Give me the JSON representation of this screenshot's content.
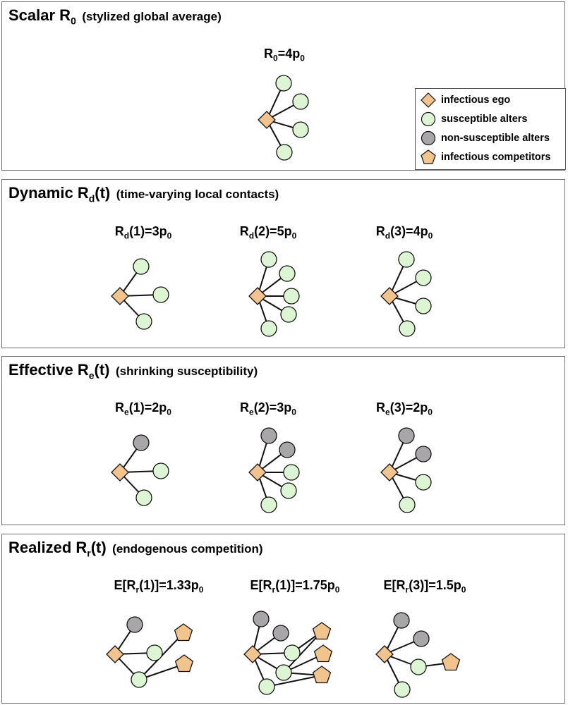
{
  "colors": {
    "ego": "#f2c48d",
    "susceptible": "#dcf5d2",
    "non_susceptible": "#a8a6a8",
    "competitor": "#f2c48d",
    "stroke": "#111111"
  },
  "legend": [
    {
      "shape": "diamond",
      "label": "infectious ego"
    },
    {
      "shape": "circle-green",
      "label": "susceptible alters"
    },
    {
      "shape": "circle-gray",
      "label": "non-susceptible alters"
    },
    {
      "shape": "pentagon",
      "label": "infectious competitors"
    }
  ],
  "panels": [
    {
      "id": "scalar",
      "name": "Scalar R",
      "sub": "0",
      "desc": "(stylized global average)",
      "graphs": [
        {
          "label_pre": "R",
          "label_sub": "0",
          "label_post": "=4p",
          "label_sub2": "0",
          "alters": [
            "s",
            "s",
            "s",
            "s"
          ],
          "competitors": []
        }
      ]
    },
    {
      "id": "dynamic",
      "name": "Dynamic R",
      "sub": "d",
      "desc_pre": "(t)",
      "desc": "(time-varying local contacts)",
      "graphs": [
        {
          "label_pre": "R",
          "label_sub": "d",
          "label_post": "(1)=3p",
          "label_sub2": "0",
          "alters": [
            "s",
            "s",
            "s"
          ],
          "competitors": []
        },
        {
          "label_pre": "R",
          "label_sub": "d",
          "label_post": "(2)=5p",
          "label_sub2": "0",
          "alters": [
            "s",
            "s",
            "s",
            "s",
            "s"
          ],
          "competitors": []
        },
        {
          "label_pre": "R",
          "label_sub": "d",
          "label_post": "(3)=4p",
          "label_sub2": "0",
          "alters": [
            "s",
            "s",
            "s",
            "s"
          ],
          "competitors": []
        }
      ]
    },
    {
      "id": "effective",
      "name": "Effective R",
      "sub": "e",
      "desc_pre": "(t)",
      "desc": "(shrinking susceptibility)",
      "graphs": [
        {
          "label_pre": "R",
          "label_sub": "e",
          "label_post": "(1)=2p",
          "label_sub2": "0",
          "alters": [
            "n",
            "s",
            "s"
          ],
          "competitors": []
        },
        {
          "label_pre": "R",
          "label_sub": "e",
          "label_post": "(2)=3p",
          "label_sub2": "0",
          "alters": [
            "n",
            "n",
            "s",
            "s",
            "s"
          ],
          "competitors": []
        },
        {
          "label_pre": "R",
          "label_sub": "e",
          "label_post": "(3)=2p",
          "label_sub2": "0",
          "alters": [
            "n",
            "n",
            "s",
            "s"
          ],
          "competitors": []
        }
      ]
    },
    {
      "id": "realized",
      "name": "Realized R",
      "sub": "r",
      "desc_pre": "(t)",
      "desc": "(endogenous competition)",
      "graphs": [
        {
          "label_pre": "E[R",
          "label_sub": "r",
          "label_post": "(1)]=1.33p",
          "label_sub2": "0",
          "alters": [
            "n",
            "s",
            "s"
          ],
          "competitors": [
            2
          ]
        },
        {
          "label_pre": "E[R",
          "label_sub": "r",
          "label_post": "(1)]=1.75p",
          "label_sub2": "0",
          "alters": [
            "n",
            "n",
            "s",
            "s",
            "s"
          ],
          "competitors": [
            3
          ]
        },
        {
          "label_pre": "E[R",
          "label_sub": "r",
          "label_post": "(3)]=1.5p",
          "label_sub2": "0",
          "alters": [
            "n",
            "n",
            "s",
            "s"
          ],
          "competitors": [
            1
          ]
        }
      ]
    }
  ]
}
